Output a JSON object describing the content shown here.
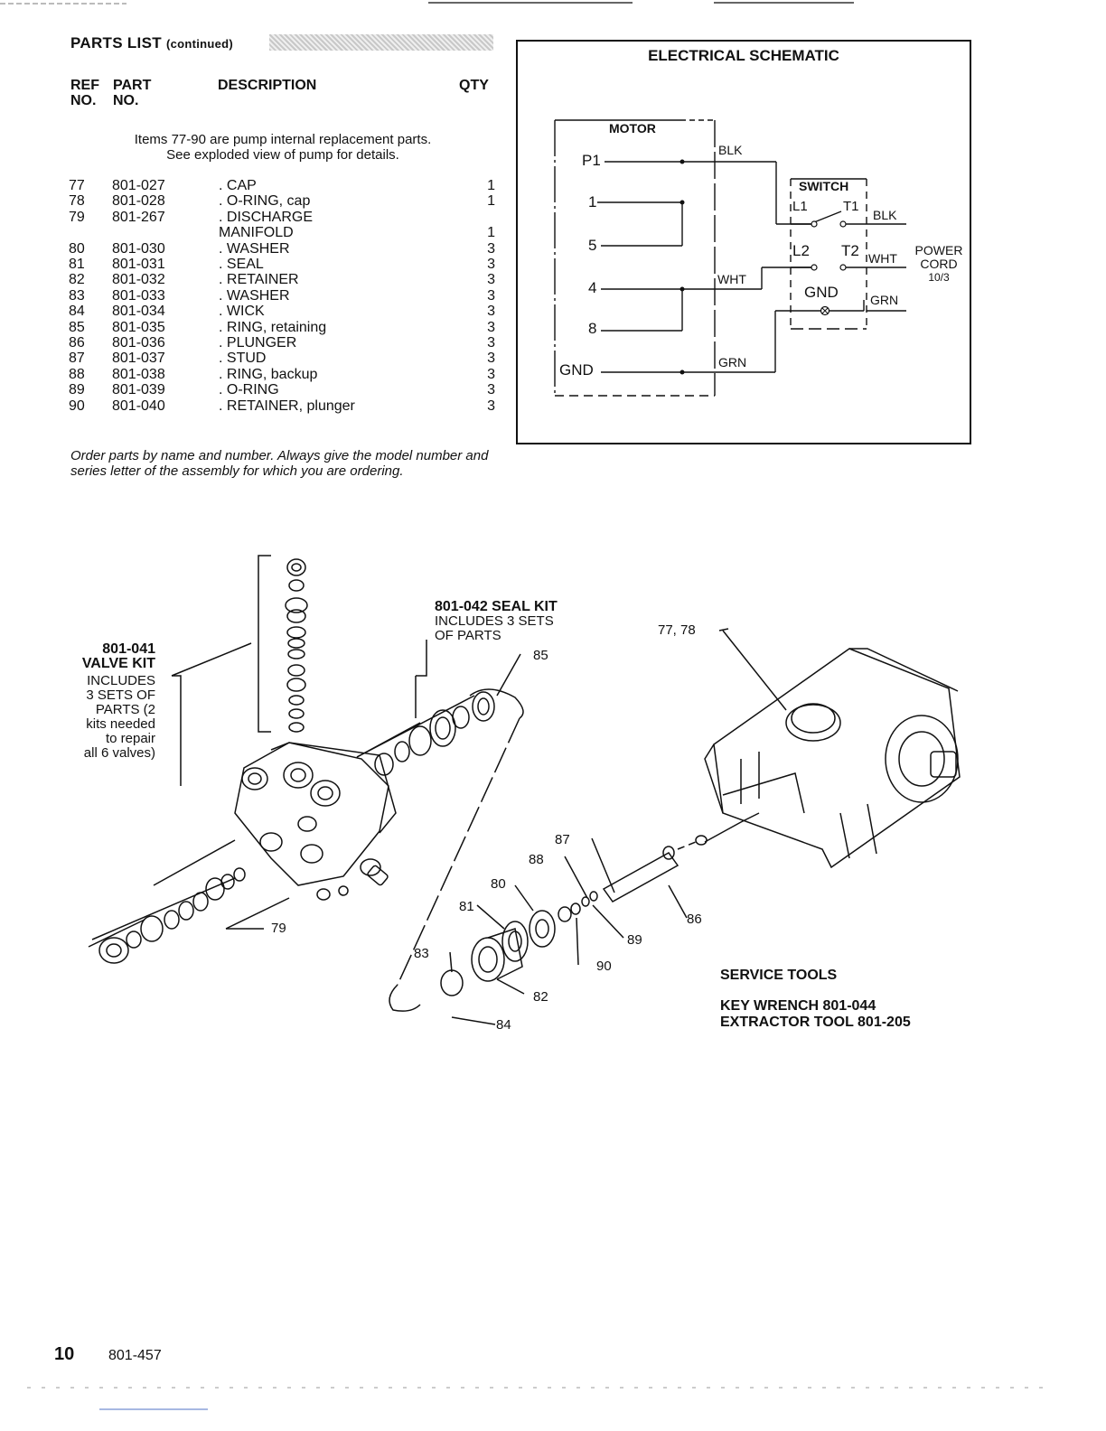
{
  "parts_list": {
    "title": "PARTS LIST",
    "title_suffix": "(continued)",
    "headers": {
      "ref_line1": "REF",
      "ref_line2": "NO.",
      "part_line1": "PART",
      "part_line2": "NO.",
      "description": "DESCRIPTION",
      "qty": "QTY"
    },
    "note_line1": "Items 77-90 are pump internal replacement parts.",
    "note_line2": "See exploded view of pump for details.",
    "rows": [
      {
        "ref": "77",
        "part": "801-027",
        "desc": ". CAP",
        "qty": "1"
      },
      {
        "ref": "78",
        "part": "801-028",
        "desc": ". O-RING, cap",
        "qty": "1"
      },
      {
        "ref": "79",
        "part": "801-267",
        "desc": ". DISCHARGE",
        "qty": ""
      },
      {
        "ref": "",
        "part": "",
        "desc": "MANIFOLD",
        "qty": "1"
      },
      {
        "ref": "80",
        "part": "801-030",
        "desc": ". WASHER",
        "qty": "3"
      },
      {
        "ref": "81",
        "part": "801-031",
        "desc": ". SEAL",
        "qty": "3"
      },
      {
        "ref": "82",
        "part": "801-032",
        "desc": ". RETAINER",
        "qty": "3"
      },
      {
        "ref": "83",
        "part": "801-033",
        "desc": ". WASHER",
        "qty": "3"
      },
      {
        "ref": "84",
        "part": "801-034",
        "desc": ". WICK",
        "qty": "3"
      },
      {
        "ref": "85",
        "part": "801-035",
        "desc": ". RING, retaining",
        "qty": "3"
      },
      {
        "ref": "86",
        "part": "801-036",
        "desc": ". PLUNGER",
        "qty": "3"
      },
      {
        "ref": "87",
        "part": "801-037",
        "desc": ". STUD",
        "qty": "3"
      },
      {
        "ref": "88",
        "part": "801-038",
        "desc": ". RING, backup",
        "qty": "3"
      },
      {
        "ref": "89",
        "part": "801-039",
        "desc": ". O-RING",
        "qty": "3"
      },
      {
        "ref": "90",
        "part": "801-040",
        "desc": ". RETAINER, plunger",
        "qty": "3"
      }
    ],
    "order_note": "Order parts by name and number. Always give the model number and series letter of the assembly for which you are ordering."
  },
  "schematic": {
    "title": "ELECTRICAL SCHEMATIC",
    "motor": "MOTOR",
    "switch": "SWITCH",
    "terminals": {
      "p1": "P1",
      "t1": "1",
      "t5": "5",
      "t4": "4",
      "t8": "8",
      "gnd": "GND"
    },
    "switch_terms": {
      "l1": "L1",
      "t1": "T1",
      "l2": "L2",
      "t2": "T2",
      "gnd": "GND"
    },
    "wires": {
      "blk": "BLK",
      "wht": "WHT",
      "grn": "GRN"
    },
    "power_line1": "POWER",
    "power_line2": "CORD",
    "power_line3": "10/3"
  },
  "diagram": {
    "valve_kit": {
      "line1": "801-041",
      "line2": "VALVE KIT",
      "line3": "INCLUDES",
      "line4": "3 SETS OF",
      "line5": "PARTS (2",
      "line6": "kits needed",
      "line7": "to repair",
      "line8": "all 6 valves)"
    },
    "seal_kit": {
      "line1": "801-042 SEAL KIT",
      "line2": "INCLUDES 3 SETS",
      "line3": "OF PARTS"
    },
    "callouts": {
      "c7778": "77, 78",
      "c79": "79",
      "c80": "80",
      "c81": "81",
      "c82": "82",
      "c83": "83",
      "c84": "84",
      "c85": "85",
      "c86": "86",
      "c87": "87",
      "c88": "88",
      "c89": "89",
      "c90": "90"
    }
  },
  "service_tools": {
    "title": "SERVICE TOOLS",
    "line1": "KEY WRENCH 801-044",
    "line2": "EXTRACTOR TOOL 801-205"
  },
  "footer": {
    "page": "10",
    "doc": "801-457"
  }
}
